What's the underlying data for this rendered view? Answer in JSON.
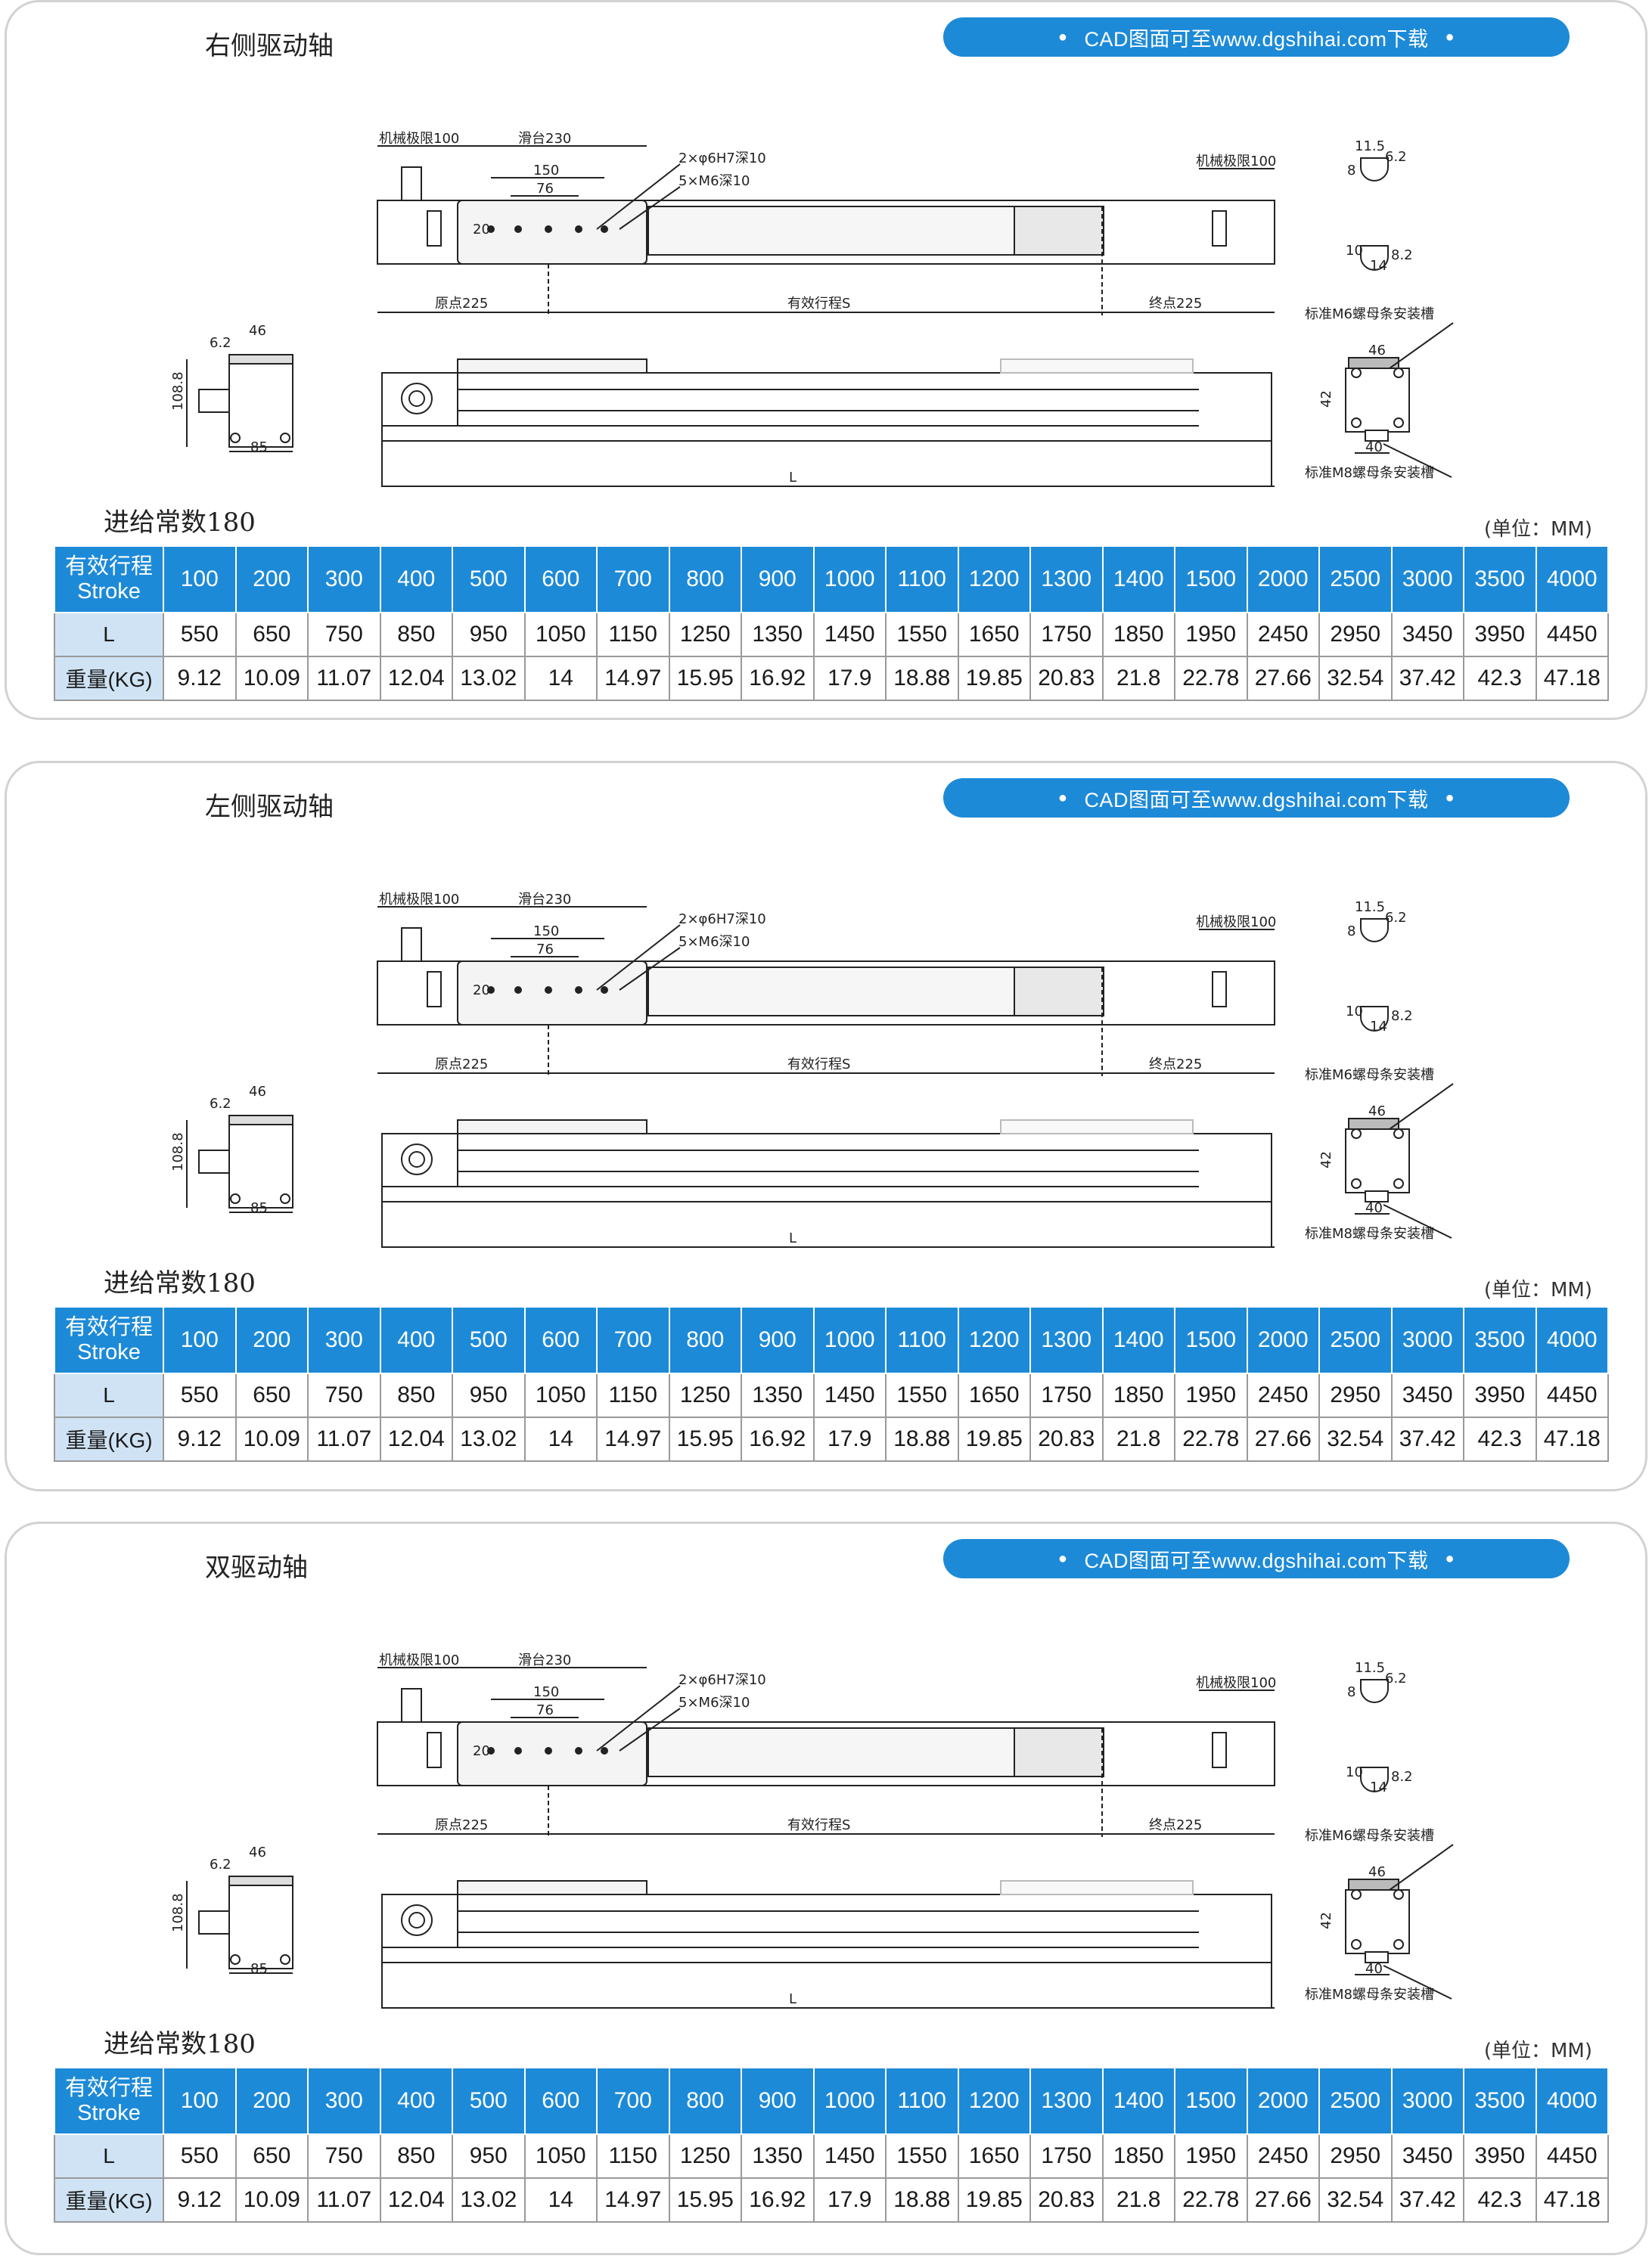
{
  "cad_notice": "CAD图面可至www.dgshihai.com下载",
  "drawing_labels": {
    "mech_limit": "机械极限100",
    "slide_table": "滑台230",
    "holes_1": "2×φ6H7深10",
    "holes_2": "5×M6深10",
    "dim_150": "150",
    "dim_76": "76",
    "dim_20": "20",
    "origin": "原点225",
    "stroke": "有效行程S",
    "end": "终点225",
    "length": "L",
    "end_dim_46": "46",
    "end_dim_62": "6.2",
    "end_dim_1088": "108.8",
    "end_dim_85": "85",
    "slot_115": "11.5",
    "slot_62": "6.2",
    "slot_8": "8",
    "slot_10": "10",
    "slot_82": "8.2",
    "slot_14": "14",
    "m6_slot": "标准M6螺母条安装槽",
    "m8_slot": "标准M8螺母条安装槽",
    "sec_46": "46",
    "sec_42": "42",
    "sec_40": "40"
  },
  "sections": [
    {
      "title": "右侧驱动轴",
      "feed": "进给常数180",
      "unit": "(单位：MM)"
    },
    {
      "title": "左侧驱动轴",
      "feed": "进给常数180",
      "unit": "(单位：MM)"
    },
    {
      "title": "双驱动轴",
      "feed": "进给常数180",
      "unit": "(单位：MM)"
    }
  ],
  "table": {
    "stroke_head_1": "有效行程",
    "stroke_head_2": "Stroke",
    "l_head": "L",
    "weight_head": "重量(KG)",
    "strokes": [
      "100",
      "200",
      "300",
      "400",
      "500",
      "600",
      "700",
      "800",
      "900",
      "1000",
      "1100",
      "1200",
      "1300",
      "1400",
      "1500",
      "2000",
      "2500",
      "3000",
      "3500",
      "4000"
    ],
    "lengths": [
      "550",
      "650",
      "750",
      "850",
      "950",
      "1050",
      "1150",
      "1250",
      "1350",
      "1450",
      "1550",
      "1650",
      "1750",
      "1850",
      "1950",
      "2450",
      "2950",
      "3450",
      "3950",
      "4450"
    ],
    "weights": [
      "9.12",
      "10.09",
      "11.07",
      "12.04",
      "13.02",
      "14",
      "14.97",
      "15.95",
      "16.92",
      "17.9",
      "18.88",
      "19.85",
      "20.83",
      "21.8",
      "22.78",
      "27.66",
      "32.54",
      "37.42",
      "42.3",
      "47.18"
    ]
  }
}
